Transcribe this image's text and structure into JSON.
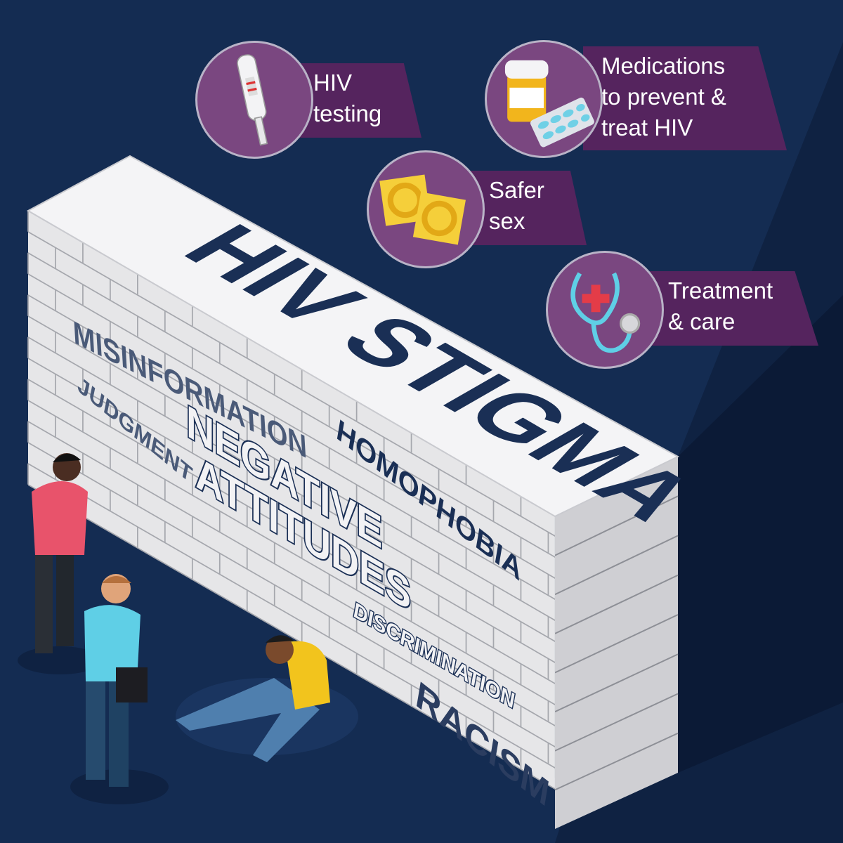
{
  "colors": {
    "background": "#142c52",
    "shadow": "#0d1d3a",
    "label_bg": "#55245e",
    "icon_circle": "#7a4780",
    "wall": "#e9e9eb",
    "wall_text": "#1a2f55"
  },
  "services": [
    {
      "icon": "hiv-test-kit-icon",
      "lines": [
        "HIV",
        "testing"
      ]
    },
    {
      "icon": "pill-bottle-blister-icon",
      "lines": [
        "Medications",
        "to prevent &",
        "treat HIV"
      ]
    },
    {
      "icon": "condom-icon",
      "lines": [
        "Safer",
        "sex"
      ]
    },
    {
      "icon": "stethoscope-icon",
      "lines": [
        "Treatment",
        "& care"
      ]
    }
  ],
  "wall": {
    "title": "HIV STIGMA",
    "words": [
      "MISINFORMATION",
      "JUDGMENT",
      "NEGATIVE",
      "ATTITUDES",
      "HOMOPHOBIA",
      "DISCRIMINATION",
      "RACISM"
    ]
  }
}
